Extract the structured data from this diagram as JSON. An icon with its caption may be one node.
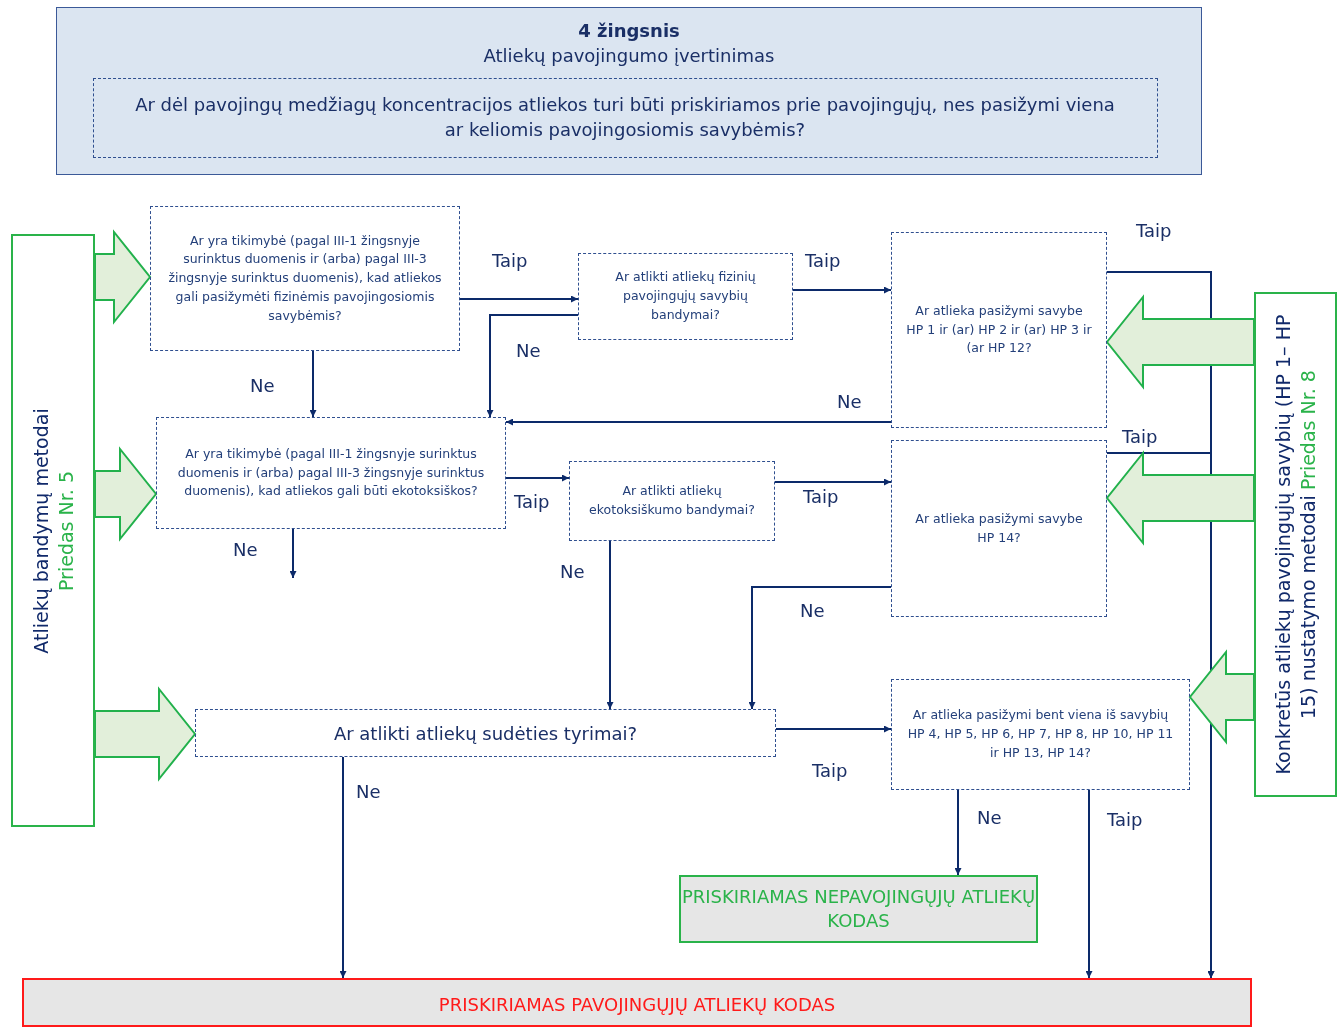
{
  "diagram": {
    "nodes": [
      {
        "text": [
          "4 žingsnis",
          "Atliekų pavojingumo įvertinimas"
        ]
      },
      {
        "text": [
          "Ar dėl pavojingų medžiagų koncentracijos atliekos turi būti priskiriamos prie pavojingųjų, nes pasižymi viena ar keliomis pavojingosiomis savybėmis?"
        ],
        "in": 0
      },
      {
        "text": [
          "Ar yra tikimybė (pagal III-1 žingsnyje surinktus duomenis ir (arba) pagal III-3 žingsnyje surinktus duomenis), kad atliekos gali pasižymėti fizinėmis pavojingosiomis savybėmis?"
        ]
      },
      {
        "text": [
          "Ar atlikti atliekų fizinių pavojingųjų savybių bandymai?"
        ]
      },
      {
        "text": [
          "Ar atlieka pasižymi savybe HP 1 ir (ar) HP 2 ir (ar) HP 3 ir (ar HP 12?"
        ]
      },
      {
        "text": [
          "Ar yra tikimybė (pagal III-1 žingsnyje surinktus duomenis ir (arba) pagal III-3 žingsnyje surinktus duomenis), kad atliekos gali būti ekotoksiškos?"
        ]
      },
      {
        "text": [
          "Ar atlikti atliekų ekotoksiškumo bandymai?"
        ]
      },
      {
        "text": [
          "Ar atlieka pasižymi savybe HP 14?"
        ]
      },
      {
        "text": [
          "Ar atlikti atliekų sudėties tyrimai?"
        ]
      },
      {
        "text": [
          "Ar atlieka pasižymi bent viena iš savybių HP 4, HP 5, HP 6, HP 7, HP 8, HP 10, HP 11 ir HP 13, HP 14?"
        ]
      },
      {
        "text": [
          "PRISKIRIAMAS NEPAVOJINGŲJŲ ATLIEKŲ KODAS"
        ]
      },
      {
        "text": [
          "PRISKIRIAMAS PAVOJINGŲJŲ ATLIEKŲ KODAS"
        ]
      },
      {
        "text": [
          "Atliekų bandymų metodai",
          "Priedas Nr. 5"
        ]
      },
      {
        "text": [
          "Konkretūs atliekų pavojingųjų savybių (HP 1– HP 15) nustatymo metodai",
          "Priedas Nr. 8"
        ]
      }
    ],
    "edges": [
      {
        "from": 2,
        "to": 3,
        "arrow": "to",
        "label": "Taip"
      },
      {
        "from": 2,
        "to": 5,
        "arrow": "to",
        "label": "Ne"
      },
      {
        "from": 3,
        "to": 5,
        "arrow": "to",
        "label": "Ne"
      },
      {
        "from": 3,
        "to": 4,
        "arrow": "to",
        "label": "Taip"
      },
      {
        "from": 4,
        "to": 5,
        "arrow": "to",
        "label": "Ne"
      },
      {
        "from": 4,
        "to": 11,
        "arrow": "to",
        "label": "Taip"
      },
      {
        "from": 5,
        "to": 6,
        "arrow": "to",
        "label": "Taip"
      },
      {
        "from": 5,
        "to": null,
        "arrow": "to",
        "label": "Ne"
      },
      {
        "from": 6,
        "to": 7,
        "arrow": "to",
        "label": "Taip"
      },
      {
        "from": 6,
        "to": 8,
        "arrow": "to",
        "label": "Ne"
      },
      {
        "from": 7,
        "to": 8,
        "arrow": "to",
        "label": "Ne"
      },
      {
        "from": 7,
        "to": 11,
        "arrow": "to",
        "label": "Taip"
      },
      {
        "from": 8,
        "to": 9,
        "arrow": "to",
        "label": "Taip"
      },
      {
        "from": 8,
        "to": 11,
        "arrow": "to",
        "label": "Ne"
      },
      {
        "from": 9,
        "to": 10,
        "arrow": "to",
        "label": "Ne"
      },
      {
        "from": 9,
        "to": 11,
        "arrow": "to",
        "label": "Taip"
      },
      {
        "from": 12,
        "to": 2,
        "arrow": "to",
        "style": "thick",
        "color": "#22b14c"
      },
      {
        "from": 12,
        "to": 5,
        "arrow": "to",
        "style": "thick",
        "color": "#22b14c"
      },
      {
        "from": 12,
        "to": 8,
        "arrow": "to",
        "style": "thick",
        "color": "#22b14c"
      },
      {
        "from": 13,
        "to": 4,
        "arrow": "to",
        "style": "thick",
        "color": "#22b14c"
      },
      {
        "from": 13,
        "to": 7,
        "arrow": "to",
        "style": "thick",
        "color": "#22b14c"
      },
      {
        "from": 13,
        "to": 9,
        "arrow": "to",
        "style": "thick",
        "color": "#22b14c"
      }
    ]
  }
}
